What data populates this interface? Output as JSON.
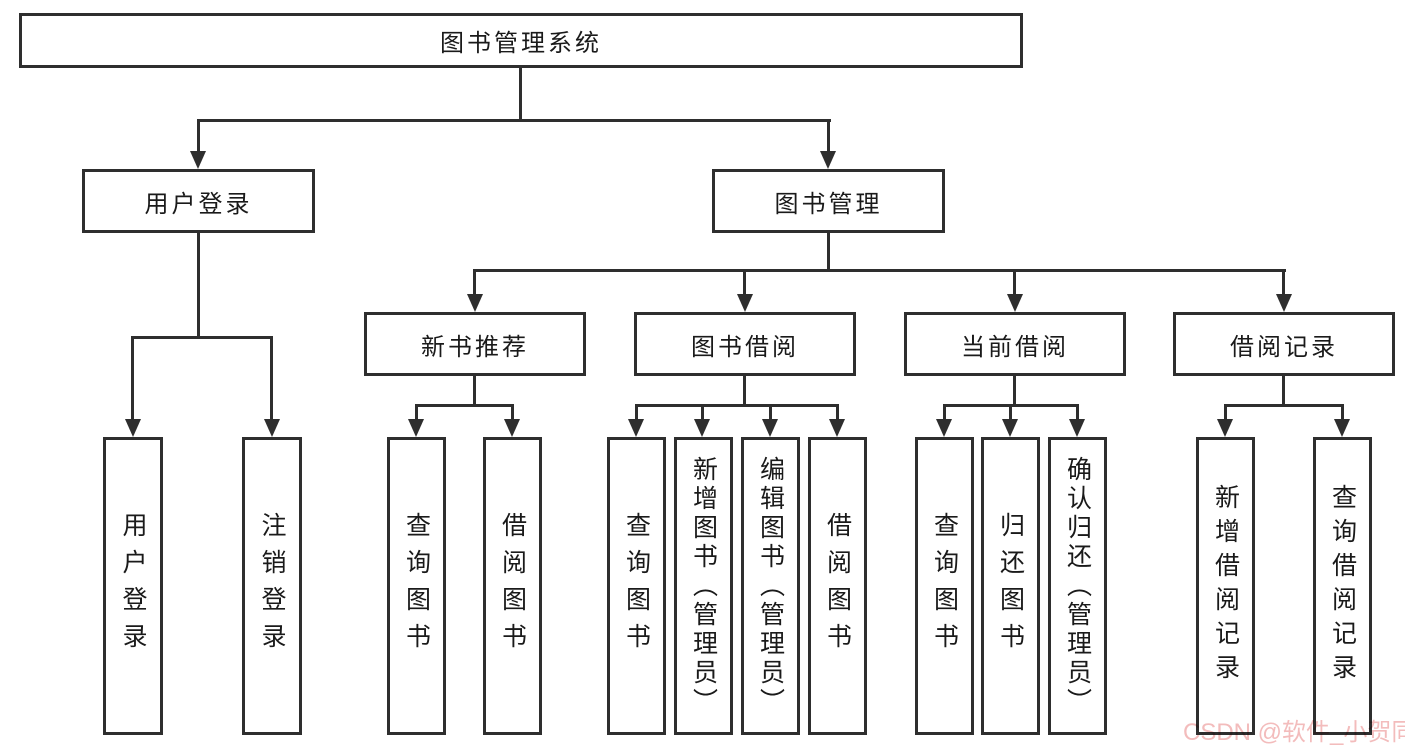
{
  "tree": {
    "label": "图书管理系统",
    "children": [
      {
        "label": "用户登录",
        "children": [
          {
            "label": "用户登录"
          },
          {
            "label": "注销登录"
          }
        ]
      },
      {
        "label": "图书管理",
        "children": [
          {
            "label": "新书推荐",
            "children": [
              {
                "label": "查询图书"
              },
              {
                "label": "借阅图书"
              }
            ]
          },
          {
            "label": "图书借阅",
            "children": [
              {
                "label": "查询图书"
              },
              {
                "label": "新增图书（管理员）"
              },
              {
                "label": "编辑图书（管理员）"
              },
              {
                "label": "借阅图书"
              }
            ]
          },
          {
            "label": "当前借阅",
            "children": [
              {
                "label": "查询图书"
              },
              {
                "label": "归还图书"
              },
              {
                "label": "确认归还（管理员）"
              }
            ]
          },
          {
            "label": "借阅记录",
            "children": [
              {
                "label": "新增借阅记录"
              },
              {
                "label": "查询借阅记录"
              }
            ]
          }
        ]
      }
    ]
  },
  "watermark": {
    "text": "CSDN @软件_小贺同学"
  },
  "colors": {
    "line": "#2e2e2e",
    "text": "#1a1a1a",
    "watermark": "#f3bcbc",
    "background": "#ffffff"
  }
}
